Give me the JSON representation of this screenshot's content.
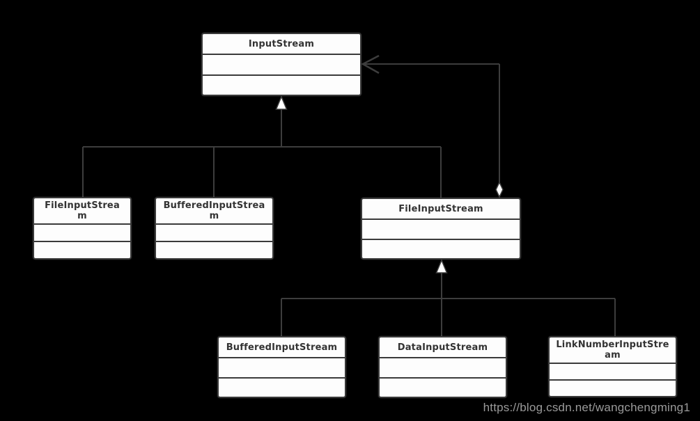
{
  "diagram": {
    "type": "uml-class-diagram",
    "classes": [
      {
        "name": "InputStream"
      },
      {
        "name": "FileInputStream"
      },
      {
        "name": "BufferedInputStream"
      },
      {
        "name": "FileInputStream"
      },
      {
        "name": "BufferedInputStream"
      },
      {
        "name": "DataInputStream"
      },
      {
        "name": "LinkNumberInputStream"
      }
    ],
    "relationships": [
      {
        "type": "generalization",
        "parent": "InputStream",
        "children": [
          "FileInputStream",
          "BufferedInputStream",
          "FileInputStream"
        ],
        "marker": "hollow-triangle-pointing-to-parent"
      },
      {
        "type": "generalization",
        "parent": "FileInputStream",
        "children": [
          "BufferedInputStream",
          "DataInputStream",
          "LinkNumberInputStream"
        ],
        "marker": "hollow-triangle-pointing-to-parent"
      },
      {
        "type": "aggregation",
        "whole": "FileInputStream",
        "part": "InputStream",
        "marker_at_whole": "hollow-diamond",
        "marker_at_part": "open-arrow"
      }
    ]
  },
  "watermark": {
    "text": "https://blog.csdn.net/wangchengming1"
  },
  "colors": {
    "background": "#000000",
    "box_fill": "#fdfdfd",
    "box_border": "#3a3a3a",
    "connector_line": "#3d3d3d",
    "title_text": "#333333",
    "marker_fill": "#ffffff",
    "watermark_text": "#9a9a9a"
  }
}
